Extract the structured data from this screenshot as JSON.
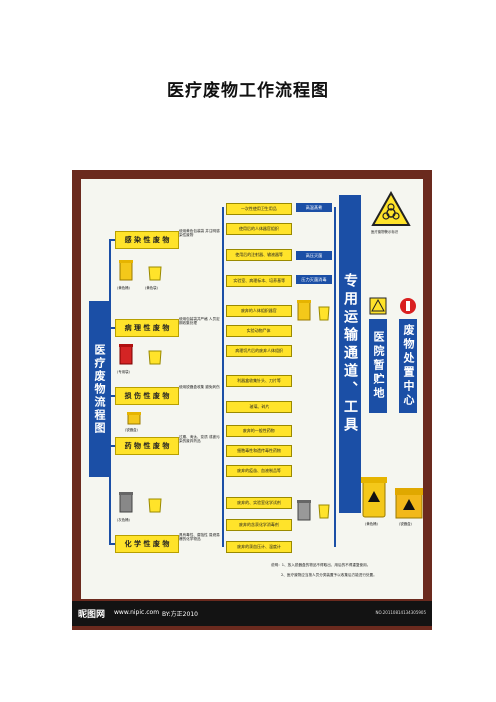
{
  "page_title": "医疗废物工作流程图",
  "root_label": "医疗废物流程图",
  "transport_label": "专用运输通道、工具",
  "storage_label": "医院暂贮地",
  "disposal_label": "废物处置中心",
  "biohazard_caption": "医疗废物警示标识",
  "categories": [
    {
      "name": "感 染 性 废 物",
      "note": "使用黄色包装袋 并注明感染性废物",
      "items": [
        "一次性使用卫生用品",
        "使用后的人体器官组织",
        "使用后的注射器、输液器等",
        "实验室、病理标本、培养基等"
      ],
      "treatments": [
        "高温蒸煮",
        "",
        "高压灭菌",
        "压力灭菌消毒"
      ]
    },
    {
      "name": "病 理 性 废 物",
      "note": "使用包装袋并严格 人员定期收集处理",
      "items": [
        "废弃的人体组织器官",
        "实验动物尸体",
        "病理切片后的废弃人体组织"
      ],
      "treatments": []
    },
    {
      "name": "损 伤 性 废 物",
      "note": "使用锐器盒收集 避免刺伤",
      "items": [
        "利器盒收集针头、刀片等",
        "玻璃、碎片"
      ],
      "treatments": []
    },
    {
      "name": "药 物 性 废 物",
      "note": "过期、淘汰、变质 或被污染的废弃药品",
      "items": [
        "废弃的一般性药物",
        "细胞毒性和遗传毒性药物",
        "废弃的疫苗、血液制品等"
      ],
      "treatments": []
    },
    {
      "name": "化 学 性 废 物",
      "note": "具有毒性、腐蚀性 易燃易爆的化学物品",
      "items": [
        "废弃的、实验室化学试剂",
        "废弃的含汞化学消毒剂",
        "废弃的汞血压计、温度计"
      ],
      "treatments": []
    }
  ],
  "bin_labels": [
    "(黄色桶)",
    "(专用袋)",
    "(锐器盒)",
    "(黄色袋)",
    "(灰色桶)"
  ],
  "footnote_1": "说明：1、放入锐器盒的物品不得取出，用后的不得重复使用。",
  "footnote_2": "2、医疗废物应当按人员分类装置予以收集后方能进行处置。",
  "footer_logo": "昵图网",
  "footer_url": "www.nipic.com",
  "footer_by": "BY:方正2010",
  "footer_id": "NO.20110814134305905",
  "colors": {
    "blue": "#1b4fa6",
    "yellow": "#ffe32a",
    "frame": "#6b2a1e"
  }
}
